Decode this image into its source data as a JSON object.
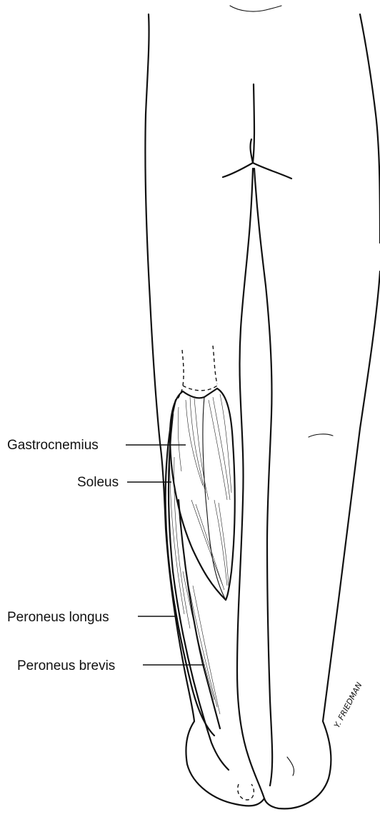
{
  "labels": {
    "gastrocnemius": "Gastrocnemius",
    "soleus": "Soleus",
    "peroneus_longus": "Peroneus longus",
    "peroneus_brevis": "Peroneus brevis"
  },
  "signature": "Y. FRIEDMAN"
}
